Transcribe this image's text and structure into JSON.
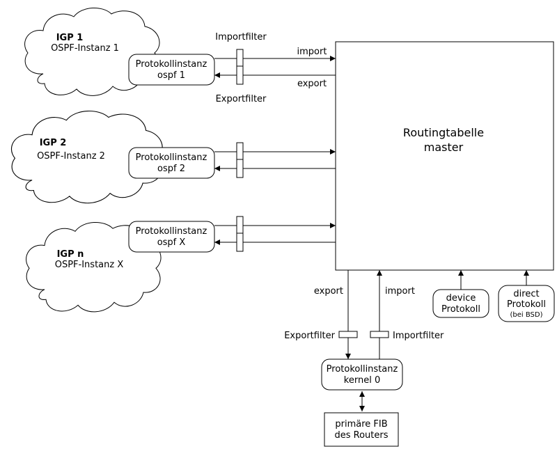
{
  "diagram": {
    "clouds": [
      {
        "title": "IGP 1",
        "subtitle": "OSPF-Instanz 1"
      },
      {
        "title": "IGP 2",
        "subtitle": "OSPF-Instanz 2"
      },
      {
        "title": "IGP n",
        "subtitle": "OSPF-Instanz X"
      }
    ],
    "ospf_boxes": [
      {
        "line1": "Protokollinstanz",
        "line2": "ospf 1"
      },
      {
        "line1": "Protokollinstanz",
        "line2": "ospf 2"
      },
      {
        "line1": "Protokollinstanz",
        "line2": "ospf X"
      }
    ],
    "master_box": {
      "line1": "Routingtabelle",
      "line2": "master"
    },
    "top_labels": {
      "importfilter": "Importfilter",
      "exportfilter": "Exportfilter",
      "import": "import",
      "export": "export"
    },
    "bottom_labels": {
      "export": "export",
      "import": "import",
      "exportfilter": "Exportfilter",
      "importfilter": "Importfilter"
    },
    "kernel_box": {
      "line1": "Protokollinstanz",
      "line2": "kernel 0"
    },
    "device_box": {
      "line1": "device",
      "line2": "Protokoll"
    },
    "direct_box": {
      "line1": "direct",
      "line2": "Protokoll",
      "line3": "(bei BSD)"
    },
    "fib_box": {
      "line1": "primäre FIB",
      "line2": "des Routers"
    },
    "colors": {
      "stroke": "#000000",
      "fill": "#ffffff"
    }
  }
}
